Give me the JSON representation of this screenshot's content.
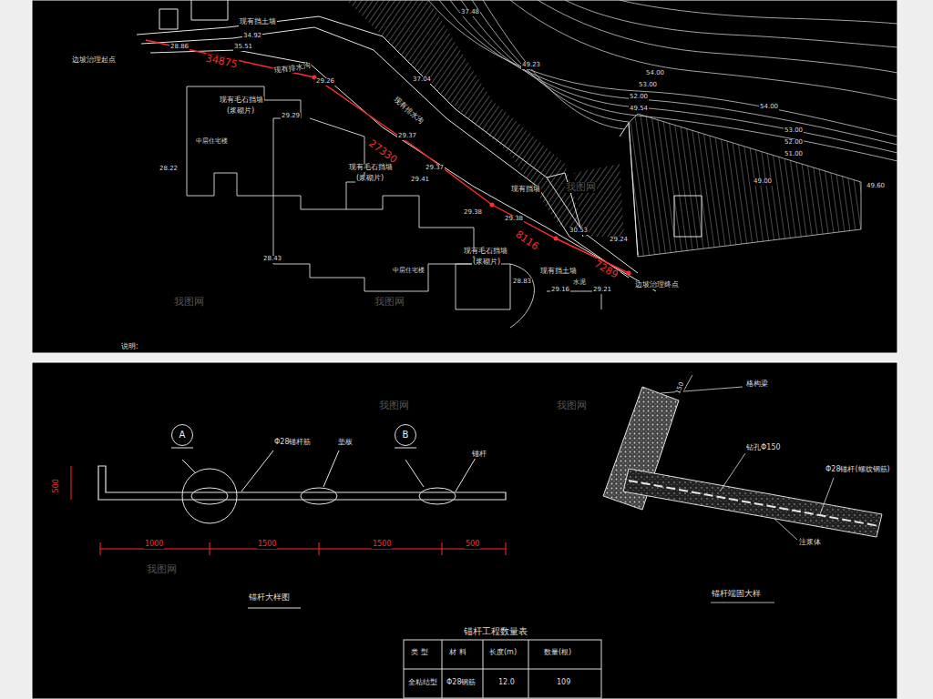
{
  "diagram": {
    "nodes": [
      {
        "text": [
          "A"
        ]
      },
      {
        "text": [
          "B"
        ]
      }
    ],
    "labels": [
      "边坡治理起点",
      "28.86",
      "34.92",
      "35.51",
      "现有挡土墙",
      "现有排水沟",
      "34875",
      "现有毛石挡墙",
      "(浆砌片)",
      "29.26",
      "29.29",
      "中层住宅楼",
      "29.37",
      "28.22",
      "27330",
      "现有毛石挡墙",
      "(浆砌片)",
      "29.37",
      "29.41",
      "现有排水沟",
      "现有挡墙",
      "29.38",
      "29.38",
      "8116",
      "现有毛石挡墙",
      "(浆砌片)",
      "28.43",
      "中层住宅楼",
      "28.83",
      "7289",
      "现有挡土墙",
      "29.16",
      "29.21",
      "边坡治理终点",
      "水泥",
      "说明:",
      "54.00",
      "53.00",
      "52.00",
      "49.54",
      "54.00",
      "53.00",
      "52.00",
      "51.00",
      "49.60",
      "49.00",
      "37.48",
      "30.53",
      "29.24",
      "37.04",
      "49.23",
      "Φ28锚杆筋",
      "垫板",
      "锚杆",
      "1000",
      "1500",
      "1500",
      "500",
      "500",
      "锚杆大样图",
      "格构梁",
      "150",
      "钻孔Φ150",
      "Φ28锚杆(螺纹钢筋)",
      "注浆体",
      "锚杆端固大样",
      "锚杆工程数量表",
      "类 型",
      "材 料",
      "长度(m)",
      "数量(根)",
      "全粘结型",
      "Φ28钢筋",
      "12.0",
      "109",
      "我图网",
      "我图网",
      "我图网",
      "我图网",
      "我图网",
      "我图网"
    ]
  }
}
